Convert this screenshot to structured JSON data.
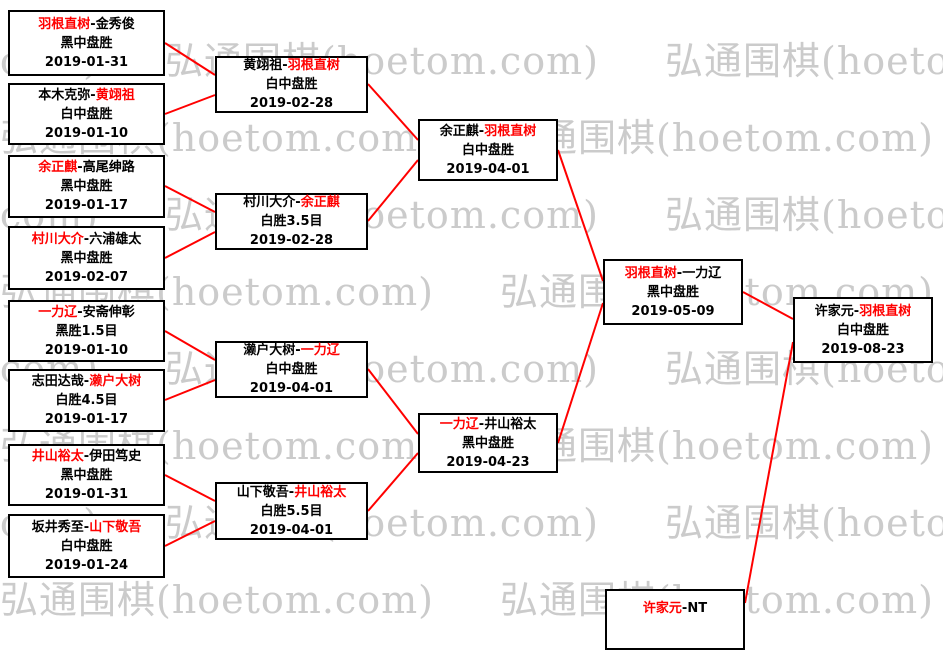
{
  "watermark": {
    "text": "弘通围棋(hoetom.com)"
  },
  "colors": {
    "connector": "#ff0000",
    "winner_text": "#ff0000",
    "box_border": "#000000",
    "watermark": "#cbcbcb"
  },
  "bracket": {
    "round1": [
      {
        "pre": "",
        "red": "羽根直树",
        "post": "-金秀俊",
        "result": "黑中盘胜",
        "date": "2019-01-31"
      },
      {
        "pre": "本木克弥-",
        "red": "黄翊祖",
        "post": "",
        "result": "白中盘胜",
        "date": "2019-01-10"
      },
      {
        "pre": "",
        "red": "余正麒",
        "post": "-高尾绅路",
        "result": "黑中盘胜",
        "date": "2019-01-17"
      },
      {
        "pre": "",
        "red": "村川大介",
        "post": "-六浦雄太",
        "result": "黑中盘胜",
        "date": "2019-02-07"
      },
      {
        "pre": "",
        "red": "一力辽",
        "post": "-安斋伸彰",
        "result": "黑胜1.5目",
        "date": "2019-01-10"
      },
      {
        "pre": "志田达哉-",
        "red": "濑户大树",
        "post": "",
        "result": "白胜4.5目",
        "date": "2019-01-17"
      },
      {
        "pre": "",
        "red": "井山裕太",
        "post": "-伊田笃史",
        "result": "黑中盘胜",
        "date": "2019-01-31"
      },
      {
        "pre": "坂井秀至-",
        "red": "山下敬吾",
        "post": "",
        "result": "白中盘胜",
        "date": "2019-01-24"
      }
    ],
    "round2": [
      {
        "pre": "黄翊祖-",
        "red": "羽根直树",
        "post": "",
        "result": "白中盘胜",
        "date": "2019-02-28"
      },
      {
        "pre": "村川大介-",
        "red": "余正麒",
        "post": "",
        "result": "白胜3.5目",
        "date": "2019-02-28"
      },
      {
        "pre": "濑户大树-",
        "red": "一力辽",
        "post": "",
        "result": "白中盘胜",
        "date": "2019-04-01"
      },
      {
        "pre": "山下敬吾-",
        "red": "井山裕太",
        "post": "",
        "result": "白胜5.5目",
        "date": "2019-04-01"
      }
    ],
    "round3": [
      {
        "pre": "余正麒-",
        "red": "羽根直树",
        "post": "",
        "result": "白中盘胜",
        "date": "2019-04-01"
      },
      {
        "pre": "",
        "red": "一力辽",
        "post": "-井山裕太",
        "result": "黑中盘胜",
        "date": "2019-04-23"
      }
    ],
    "challenger_final": {
      "pre": "",
      "red": "羽根直树",
      "post": "-一力辽",
      "result": "黑中盘胜",
      "date": "2019-05-09"
    },
    "title_match": {
      "pre": "许家元-",
      "red": "羽根直树",
      "post": "",
      "result": "白中盘胜",
      "date": "2019-08-23"
    },
    "titleholder": {
      "pre": "",
      "red": "许家元",
      "post": "-NT"
    }
  }
}
